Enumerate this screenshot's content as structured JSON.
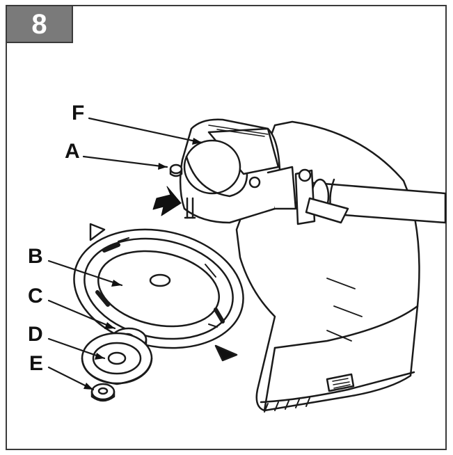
{
  "step": {
    "number": "8"
  },
  "labels": {
    "a": "A",
    "b": "B",
    "c": "C",
    "d": "D",
    "e": "E",
    "f": "F"
  },
  "colors": {
    "ink": "#1a1a1a",
    "badge": "#7a7a7a",
    "frame": "#3a3a3a"
  }
}
